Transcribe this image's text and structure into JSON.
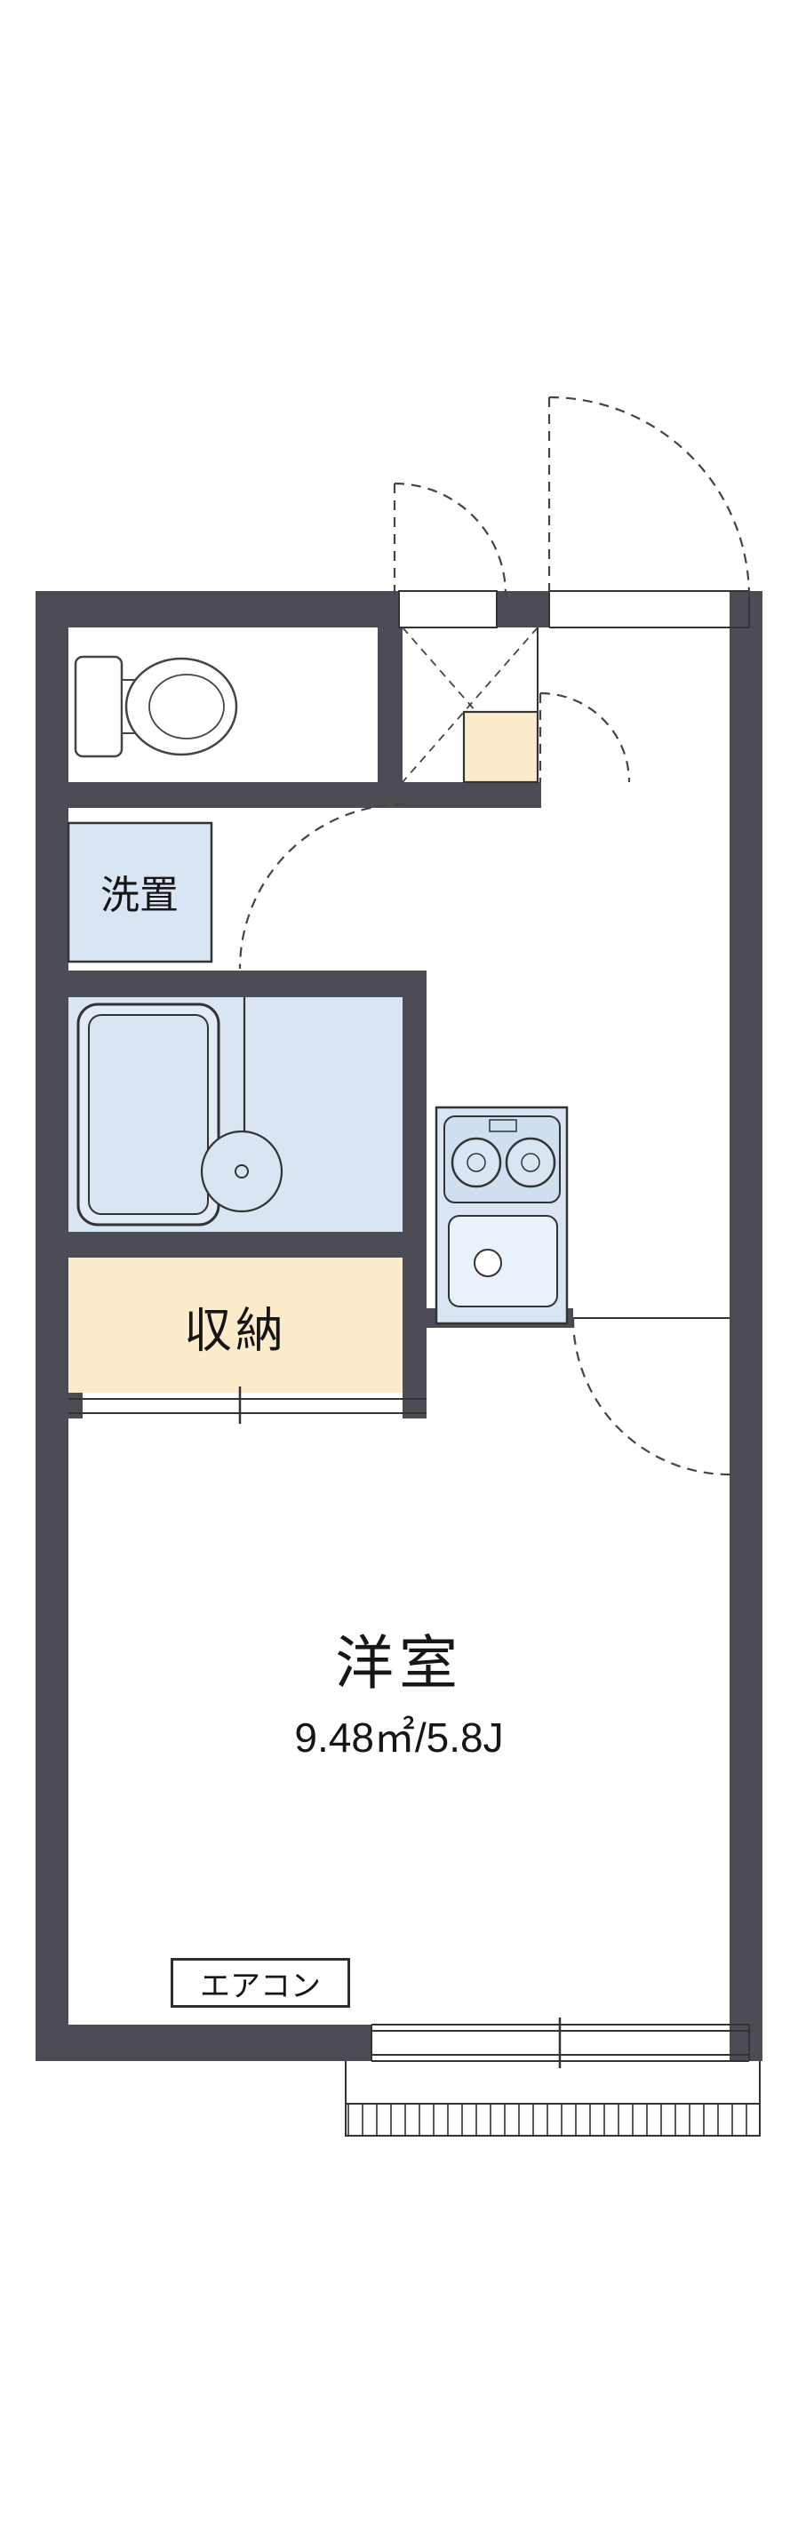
{
  "floorplan": {
    "labels": {
      "washer": "洗置",
      "closet": "収納",
      "room": "洋室",
      "room_area": "9.48㎡/5.8J",
      "aircon": "エアコン"
    },
    "colors": {
      "wall": "#4c4c54",
      "fixture_blue": "#d9e5f3",
      "closet_cream": "#fceccb",
      "line": "#333333",
      "background": "#ffffff"
    },
    "fixtures": [
      "toilet",
      "washing-machine-space",
      "bathtub",
      "bath-stool",
      "stove",
      "sink",
      "shoe-box",
      "closet",
      "air-conditioner",
      "window",
      "balcony"
    ]
  }
}
